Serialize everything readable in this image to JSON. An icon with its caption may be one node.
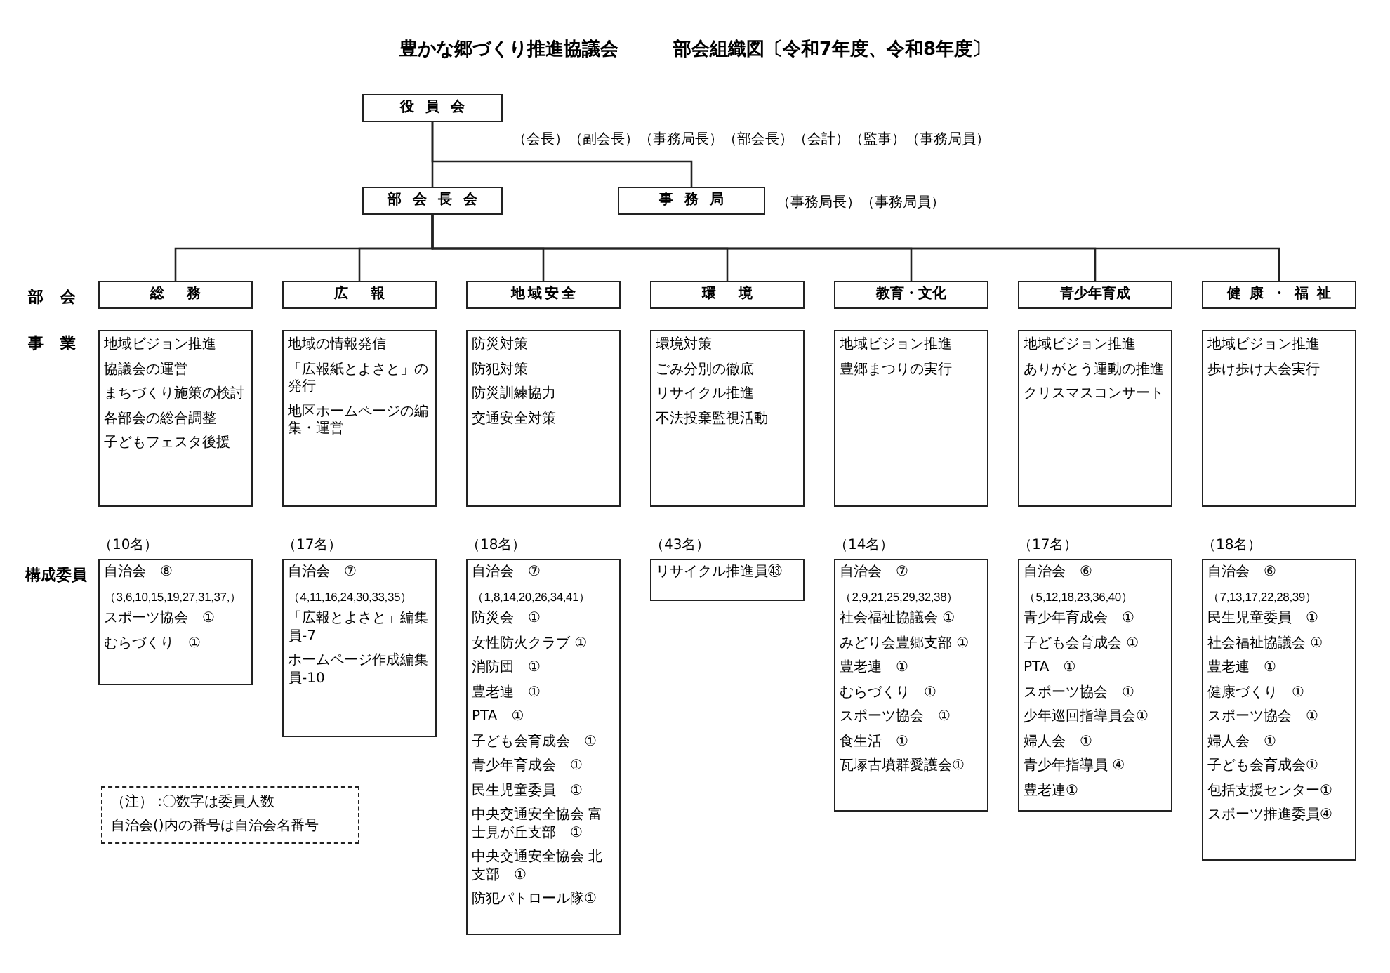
{
  "diagram": {
    "title": "豊かな郷づくり推進協議会　　　部会組織図〔令和7年度、令和8年度〕",
    "nodes": [
      {
        "text": [
          "役員会"
        ],
        "beside": [
          "（会長）（副会長）（事務局長）（部会長）（会計）（監事）（事務局員）"
        ]
      },
      {
        "text": [
          "部会長会"
        ]
      },
      {
        "text": [
          "事務局"
        ],
        "beside": [
          "（事務局長）（事務局員）"
        ]
      },
      {
        "text": [
          "総務"
        ]
      },
      {
        "text": [
          "広報"
        ]
      },
      {
        "text": [
          "地域安全"
        ]
      },
      {
        "text": [
          "環境"
        ]
      },
      {
        "text": [
          "教育・文化"
        ]
      },
      {
        "text": [
          "青少年育成"
        ]
      },
      {
        "text": [
          "健康・福祉"
        ]
      },
      {
        "text": [
          "地域ビジョン推進",
          "協議会の運営",
          "まちづくり施策の検討",
          "各部会の総合調整",
          "子どもフェスタ後援"
        ]
      },
      {
        "text": [
          "地域の情報発信",
          "「広報紙とよさと」の発行",
          "地区ホームページの編集・運営"
        ]
      },
      {
        "text": [
          "防災対策",
          "防犯対策",
          "防災訓練協力",
          "交通安全対策"
        ]
      },
      {
        "text": [
          "環境対策",
          "ごみ分別の徹底",
          "リサイクル推進",
          "不法投棄監視活動"
        ]
      },
      {
        "text": [
          "地域ビジョン推進",
          "豊郷まつりの実行"
        ]
      },
      {
        "text": [
          "地域ビジョン推進",
          "ありがとう運動の推進",
          "クリスマスコンサート"
        ]
      },
      {
        "text": [
          "地域ビジョン推進",
          "歩け歩け大会実行"
        ]
      },
      {
        "text": [
          "自治会　⑧",
          "（3,6,10,15,19,27,31,37,）",
          "スポーツ協会　①",
          "むらづくり　①"
        ],
        "beside": [
          "（10名）"
        ]
      },
      {
        "text": [
          "自治会　⑦",
          "（4,11,16,24,30,33,35）",
          "「広報とよさと」編集員-7",
          "ホームページ作成編集員-10"
        ],
        "beside": [
          "（17名）"
        ]
      },
      {
        "text": [
          "自治会　⑦",
          "（1,8,14,20,26,34,41）",
          "防災会　①",
          "女性防火クラブ ①",
          "消防団　①",
          "豊老連　①",
          "PTA　①",
          "子ども会育成会　①",
          "青少年育成会　①",
          "民生児童委員　①",
          "中央交通安全協会 富士見が丘支部　①",
          "中央交通安全協会 北支部　①",
          "防犯パトロール隊①"
        ],
        "beside": [
          "（18名）"
        ]
      },
      {
        "text": [
          "リサイクル推進員㊸"
        ],
        "beside": [
          "（43名）"
        ]
      },
      {
        "text": [
          "自治会　⑦",
          "（2,9,21,25,29,32,38）",
          "社会福祉協議会 ①",
          "みどり会豊郷支部 ①",
          "豊老連　①",
          "むらづくり　①",
          "スポーツ協会　①",
          "食生活　①",
          "瓦塚古墳群愛護会①"
        ],
        "beside": [
          "（14名）"
        ]
      },
      {
        "text": [
          "自治会　⑥",
          "（5,12,18,23,36,40）",
          "青少年育成会　①",
          "子ども会育成会 ①",
          "PTA　①",
          "スポーツ協会　①",
          "少年巡回指導員会①",
          "婦人会　①",
          "青少年指導員 ④",
          "豊老連①"
        ],
        "beside": [
          "（17名）"
        ]
      },
      {
        "text": [
          "自治会　⑥",
          "（7,13,17,22,28,39）",
          "民生児童委員　①",
          "社会福祉協議会 ①",
          "豊老連　①",
          "健康づくり　①",
          "スポーツ協会　①",
          "婦人会　①",
          "子ども会育成会①",
          "包括支援センター①",
          "スポーツ推進委員④"
        ],
        "beside": [
          "（18名）"
        ]
      },
      {
        "text": [
          "（注） :〇数字は委員人数",
          "自治会()内の番号は自治会名番号"
        ]
      }
    ],
    "edges": [
      {
        "from": 0,
        "to": 1,
        "arrow": "none"
      },
      {
        "from": 0,
        "to": 2,
        "arrow": "none"
      },
      {
        "from": 1,
        "to": 3,
        "arrow": "none"
      },
      {
        "from": 1,
        "to": 4,
        "arrow": "none"
      },
      {
        "from": 1,
        "to": 5,
        "arrow": "none"
      },
      {
        "from": 1,
        "to": 6,
        "arrow": "none"
      },
      {
        "from": 1,
        "to": 7,
        "arrow": "none"
      },
      {
        "from": 1,
        "to": 8,
        "arrow": "none"
      },
      {
        "from": 1,
        "to": 9,
        "arrow": "none"
      }
    ],
    "labels": [
      "部会",
      "事業",
      "構成委員"
    ]
  }
}
